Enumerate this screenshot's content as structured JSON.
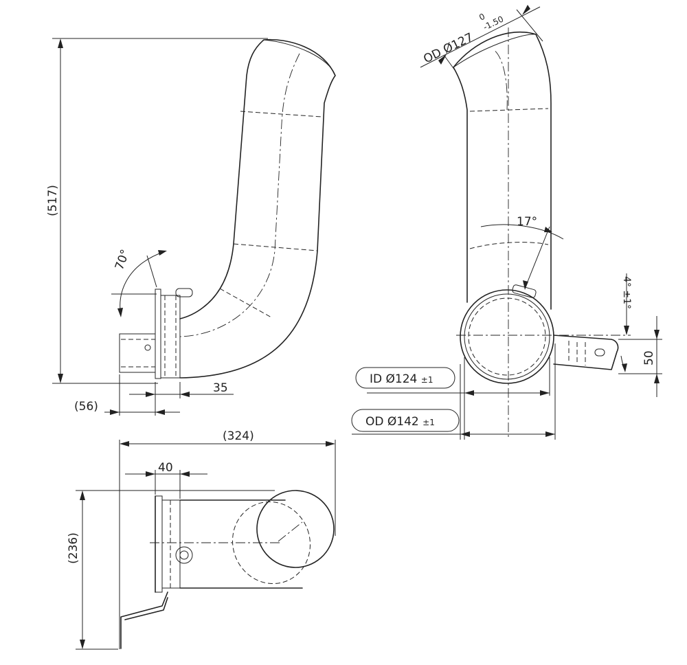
{
  "dimensions": {
    "height_overall": "517",
    "angle_outlet": "70°",
    "offset_56": "56",
    "flange_35": "35",
    "length_324": "324",
    "flange_40": "40",
    "width_236": "236",
    "od_top_prefix": "OD",
    "diameter_symbol": "Ø",
    "od_top_value": "127",
    "od_top_tol_upper": "0",
    "od_top_tol_lower": "-1.50",
    "angle_17": "17°",
    "angle_4": "4° ±1°",
    "pipe_50": "50",
    "id_prefix": "ID",
    "id_value": "124",
    "id_tol": "±1",
    "od_bottom_prefix": "OD",
    "od_bottom_value": "142",
    "od_bottom_tol": "±1",
    "paren_open": "(",
    "paren_close": ")"
  }
}
